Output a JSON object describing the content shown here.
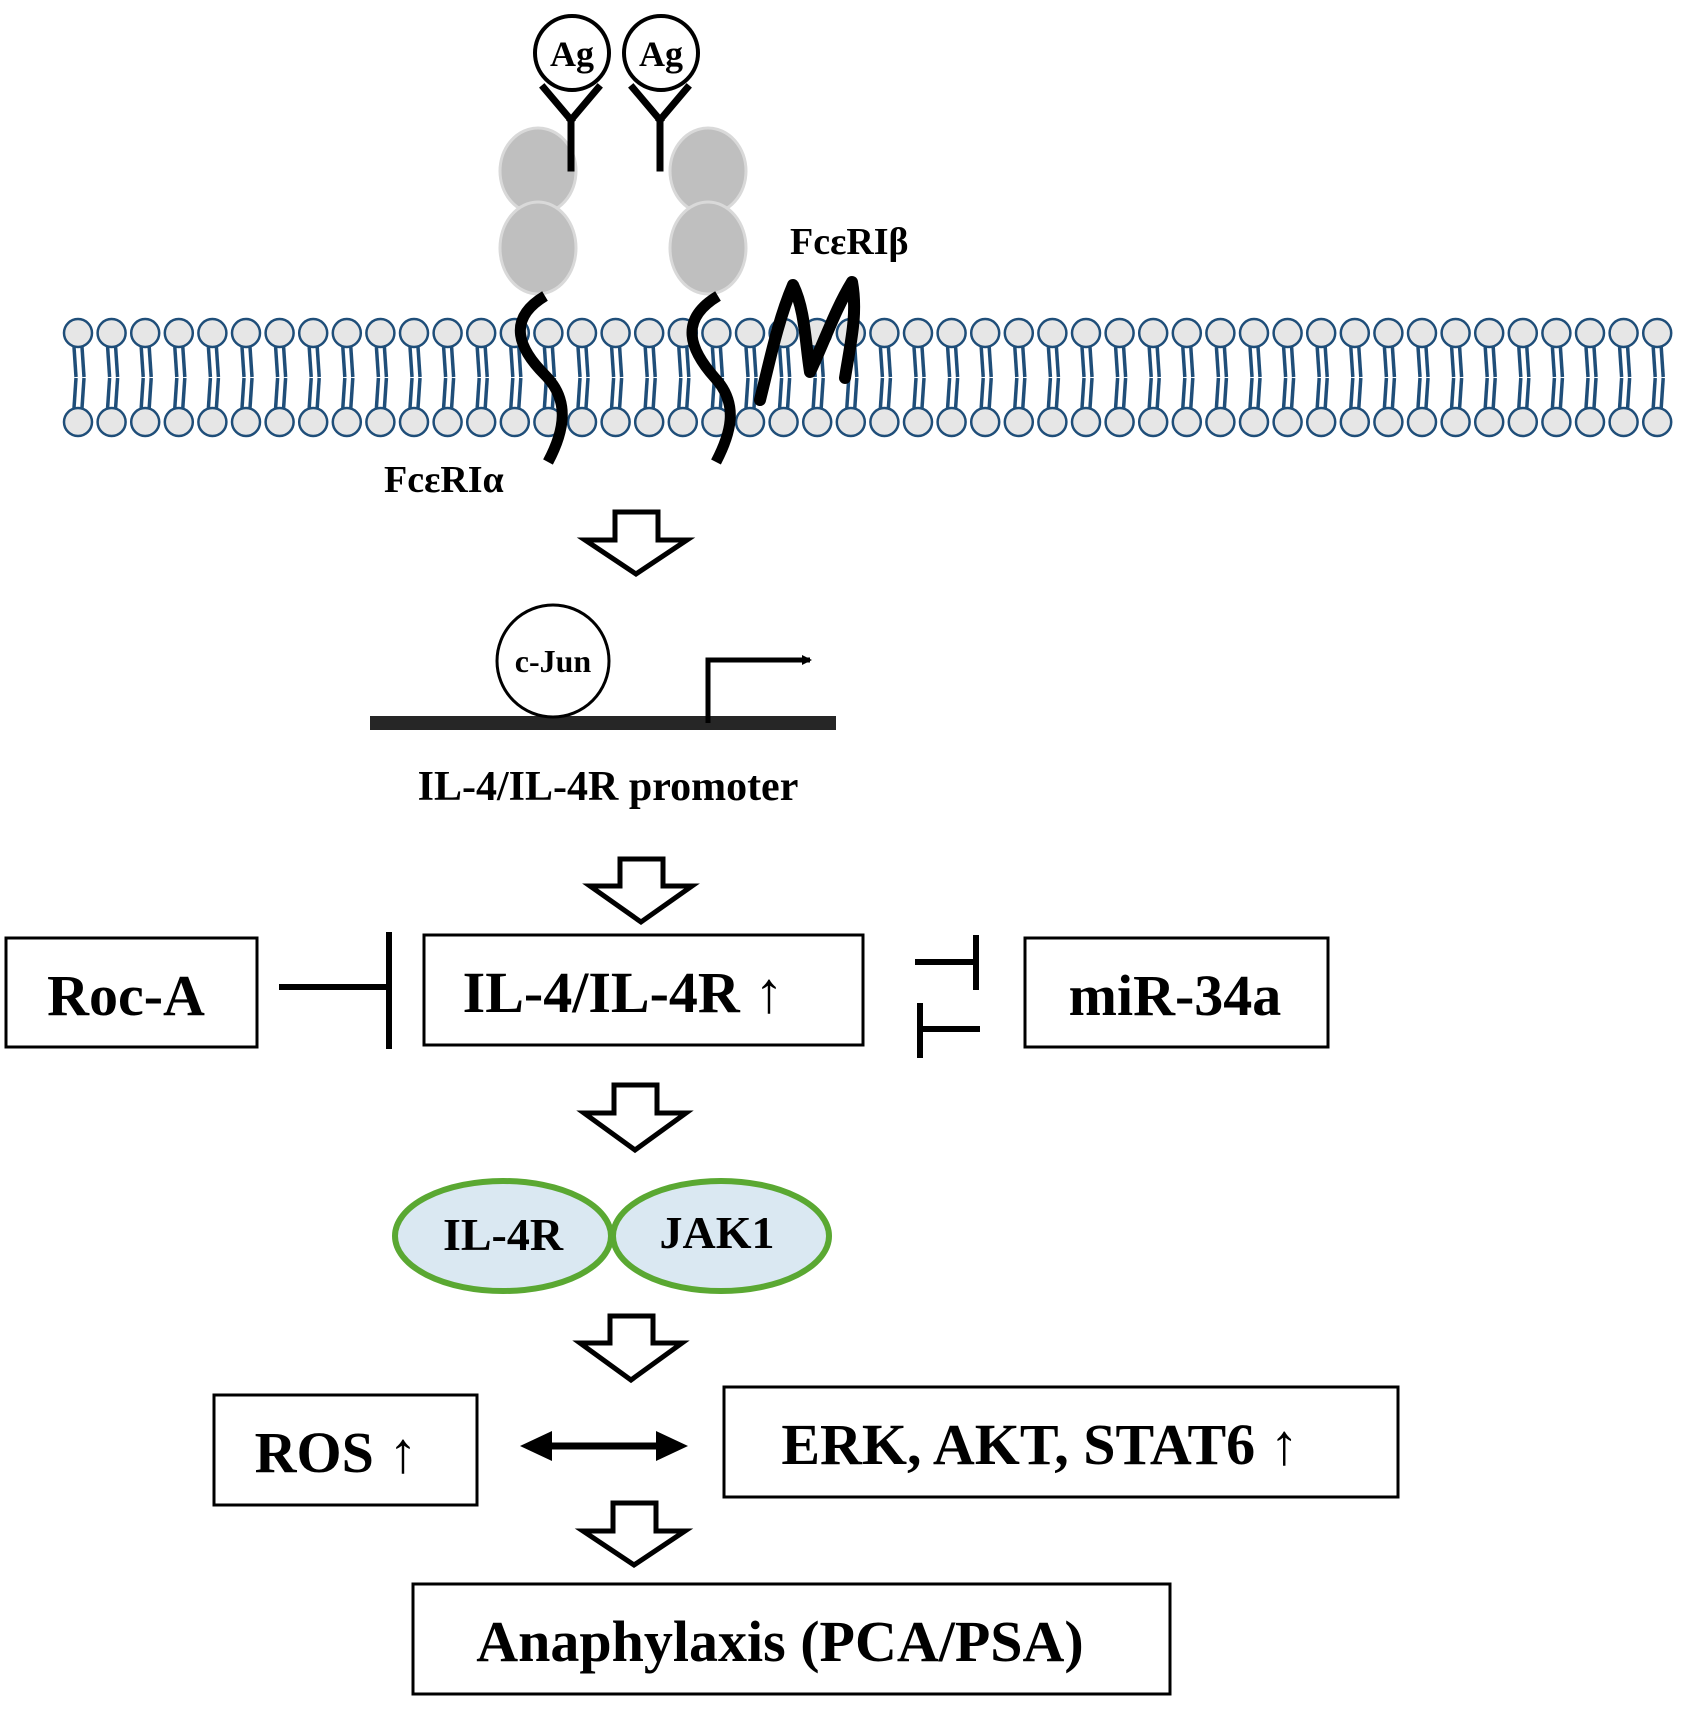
{
  "receptor": {
    "antigen_left": "Ag",
    "antigen_right": "Ag",
    "alpha_label": "FcεRIα",
    "beta_label": "FcεRIβ"
  },
  "transcription": {
    "factor": "c-Jun",
    "promoter_label": "IL-4/IL-4R promoter"
  },
  "regulation": {
    "inhibitor": "Roc-A",
    "target": "IL-4/IL-4R ↑",
    "mirna": "miR-34a"
  },
  "complex": {
    "left": "IL-4R",
    "right": "JAK1"
  },
  "downstream": {
    "ros": "ROS ↑",
    "kinases": "ERK, AKT, STAT6 ↑"
  },
  "outcome": "Anaphylaxis (PCA/PSA)",
  "colors": {
    "membrane_head_fill": "#e6e6e6",
    "membrane_stroke": "#1f4e79",
    "receptor_domain": "#bfbfbf",
    "complex_fill": "#dae8f2",
    "complex_stroke": "#5aa832"
  }
}
